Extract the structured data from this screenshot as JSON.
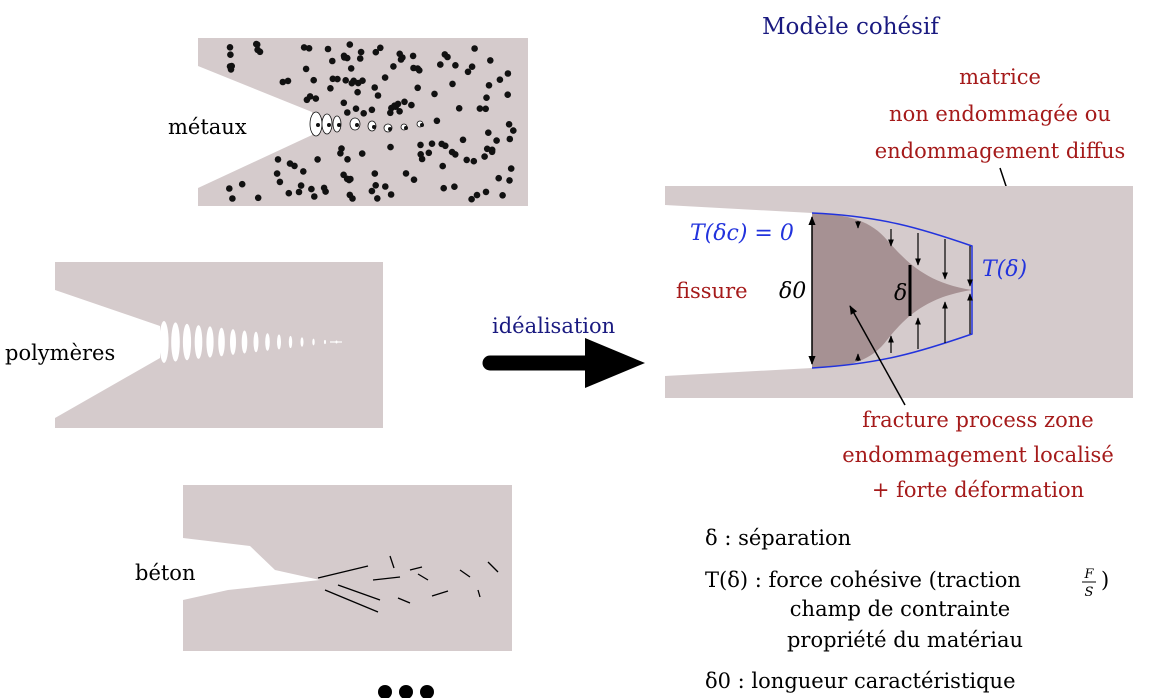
{
  "colors": {
    "material": "#d5cbcc",
    "process_zone": "#a69193",
    "particle": "#111111",
    "title_blue": "#1a1a80",
    "annot_red": "#a51a1a",
    "cohesive_blue": "#2233dd",
    "arrow": "#000000"
  },
  "left_panel": {
    "metals_label": "métaux",
    "polymers_label": "polymères",
    "concrete_label": "béton",
    "ellipsis": "..."
  },
  "middle": {
    "idealisation_label": "idéalisation"
  },
  "cohesive_model": {
    "title": "Modèle cohésif",
    "matrix_line1": "matrice",
    "matrix_line2": "non endommagée ou",
    "matrix_line3": "endommagement diffus",
    "crack_label": "fissure",
    "t_delta_c_label": "T(δc) = 0",
    "t_delta_label": "T(δ)",
    "delta0_label": "δ0",
    "delta_label": "δ",
    "fpz_line1": "fracture process zone",
    "fpz_line2": "endommagement localisé",
    "fpz_line3": "+ forte déformation"
  },
  "definitions": {
    "delta_def": "δ : séparation",
    "t_def_main": "T(δ) : force cohésive (traction",
    "t_def_frac_num": "F",
    "t_def_frac_den": "S",
    "t_def_close": ")",
    "t_def_line2": "champ de contrainte",
    "t_def_line3": "propriété du matériau",
    "delta0_def": "δ0 : longueur caractéristique"
  }
}
